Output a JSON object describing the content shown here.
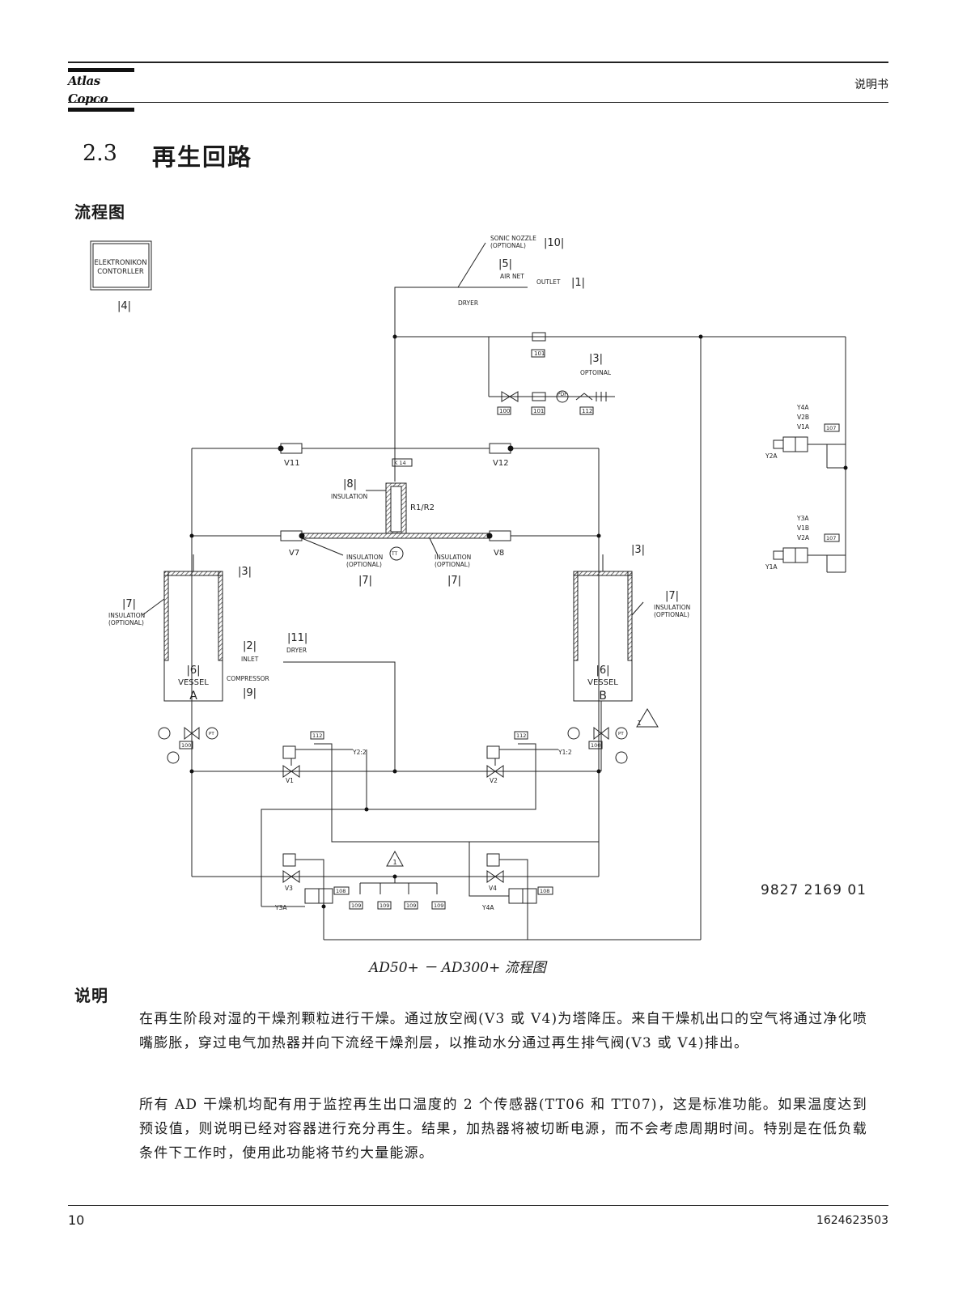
{
  "header": {
    "brand": "Atlas Copco",
    "doc_type": "说明书"
  },
  "section": {
    "number": "2.3",
    "title": "再生回路"
  },
  "flow_heading": "流程图",
  "diagram": {
    "controller": "ELEKTRONIKON\nCONTORLLER",
    "tags": {
      "t1": "|1|",
      "t2": "|2|",
      "t3a": "|3|",
      "t3b": "|3|",
      "t3c": "|3|",
      "t4": "|4|",
      "t5": "|5|",
      "t6a": "|6|",
      "t6b": "|6|",
      "t7a": "|7|",
      "t7b": "|7|",
      "t7c": "|7|",
      "t7d": "|7|",
      "t8": "|8|",
      "t9": "|9|",
      "t10": "|10|",
      "t11": "|11|"
    },
    "labels": {
      "sonic": "SONIC NOZZLE",
      "optional": "(OPTIONAL)",
      "air_net": "AIR NET",
      "outlet": "OUTLET",
      "dryer": "DRYER",
      "optoinal": "OPTOINAL",
      "insulation": "INSULATION",
      "r1r2": "R1/R2",
      "inlet": "INLET",
      "compressor": "COMPRESSOR",
      "vessel": "VESSEL",
      "a": "A",
      "b": "B",
      "warn": "1",
      "pdp": "PDP",
      "tt": "TT",
      "pt": "PT",
      "dwg_no": "9827 2169 01",
      "k14": "K 14"
    },
    "valves": {
      "v1": "V1",
      "v2": "V2",
      "v3": "V3",
      "v4": "V4",
      "v7": "V7",
      "v8": "V8",
      "v11": "V11",
      "v12": "V12",
      "y1a": "Y1A",
      "y2a": "Y2A",
      "y3a": "Y3A",
      "y4a": "Y4A",
      "y12": "Y1:2",
      "y22": "Y2:2"
    },
    "solenoid_stacks": {
      "top": [
        "Y4A",
        "V2B",
        "V1A"
      ],
      "bottom": [
        "Y3A",
        "V1B",
        "V2A"
      ]
    },
    "codes": {
      "c100": "100",
      "c101": "101",
      "c107": "107",
      "c108": "108",
      "c109": "109",
      "c112": "112"
    }
  },
  "caption": "AD50+ － AD300+ 流程图",
  "description_heading": "说明",
  "paragraphs": [
    "在再生阶段对湿的干燥剂颗粒进行干燥。通过放空阀(V3 或 V4)为塔降压。来自干燥机出口的空气将通过净化喷嘴膨胀，穿过电气加热器并向下流经干燥剂层，以推动水分通过再生排气阀(V3 或 V4)排出。",
    "所有 AD 干燥机均配有用于监控再生出口温度的 2 个传感器(TT06 和 TT07)，这是标准功能。如果温度达到预设值，则说明已经对容器进行充分再生。结果，加热器将被切断电源，而不会考虑周期时间。特别是在低负载条件下工作时，使用此功能将节约大量能源。"
  ],
  "footer": {
    "page": "10",
    "doc_number": "1624623503"
  }
}
